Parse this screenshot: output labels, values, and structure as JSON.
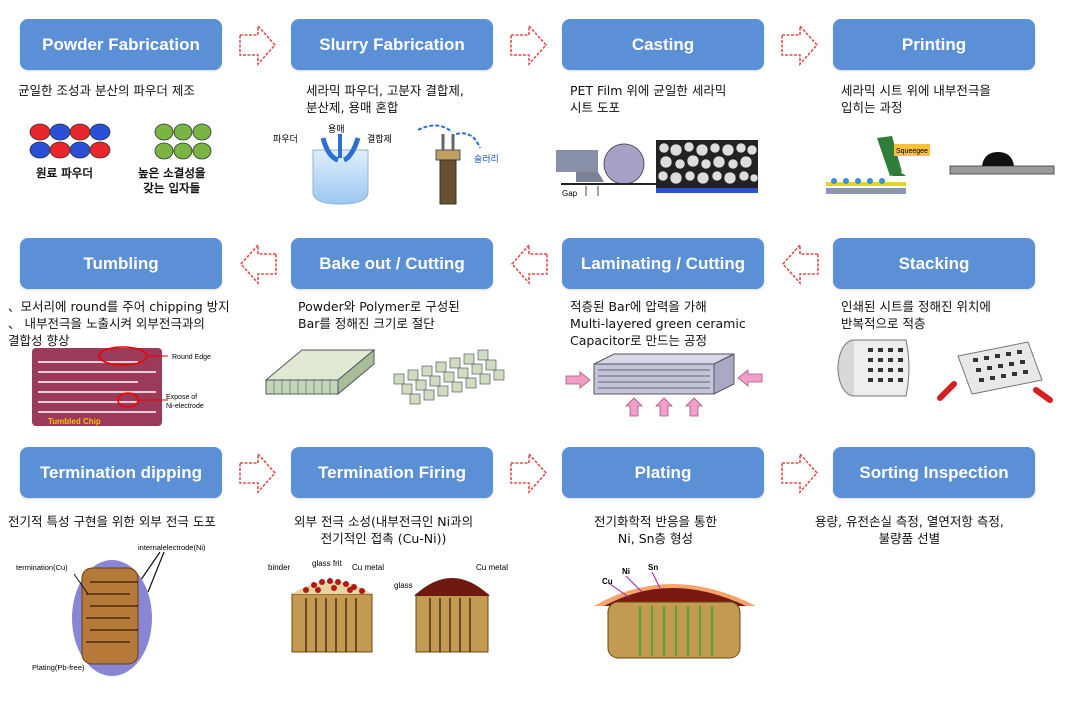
{
  "steps": [
    {
      "title": "Powder Fabrication",
      "desc": "균일한 조성과 분산의 파우더 제조"
    },
    {
      "title": "Slurry Fabrication",
      "desc": "세라믹 파우더, 고분자 결합제,\n분산제, 용매 혼합"
    },
    {
      "title": "Casting",
      "desc": "PET Film 위에 균일한  세라믹\n시트 도포"
    },
    {
      "title": "Printing",
      "desc": "세라믹 시트 위에 내부전극을\n입히는 과정"
    },
    {
      "title": "Stacking",
      "desc": "인쇄된 시트를 정해진 위치에\n반복적으로 적층"
    },
    {
      "title": "Laminating / Cutting",
      "desc": "적층된 Bar에 압력을 가해\nMulti-layered green ceramic\nCapacitor로 만드는 공정"
    },
    {
      "title": "Bake out / Cutting",
      "desc": "Powder와 Polymer로 구성된\nBar를 정해진 크기로 절단"
    },
    {
      "title": "Tumbling",
      "desc": "、모서리에 round를 주어 chipping 방지\n、 내부전극을 노출시켜 외부전극과의\n결합성 향상"
    },
    {
      "title": "Termination\ndipping",
      "desc": "전기적 특성 구현을 위한 외부 전극 도포"
    },
    {
      "title": "Termination\nFiring",
      "desc": "외부 전극 소성(내부전극인 Ni과의\n전기적인 접촉 (Cu-Ni))"
    },
    {
      "title": "Plating",
      "desc": "전기화학적 반응을 통한\nNi, Sn층 형성"
    },
    {
      "title": "Sorting\nInspection",
      "desc": "용량, 유전손실 측정, 열연저항 측정,\n불량품 선별"
    }
  ],
  "labels": {
    "raw_powder": "원료 파우더",
    "sintered_particles": "높은 소결성을\n갖는 입자들",
    "powder": "파우더",
    "solvent": "용매",
    "binder_kr": "결합제",
    "slurry": "슬러리",
    "gap": "Gap",
    "squeegee": "Squeegee",
    "round_edge": "Round Edge",
    "expose_ni": "Expose of\nNi-electrode",
    "tumbled_chip": "Tumbled Chip",
    "internal_electrode": "internalelectrode(Ni)",
    "termination_cu": "termination(Cu)",
    "plating_pbfree": "Plating(Pb-free)",
    "binder": "binder",
    "glass_frit": "glass frit",
    "cu_metal_1": "Cu metal",
    "glass": "glass",
    "cu_metal_2": "Cu metal",
    "cu": "Cu",
    "ni": "Ni",
    "sn": "Sn"
  },
  "colors": {
    "step_box": "#5b8fd6",
    "arrow_stroke": "#e05050"
  }
}
